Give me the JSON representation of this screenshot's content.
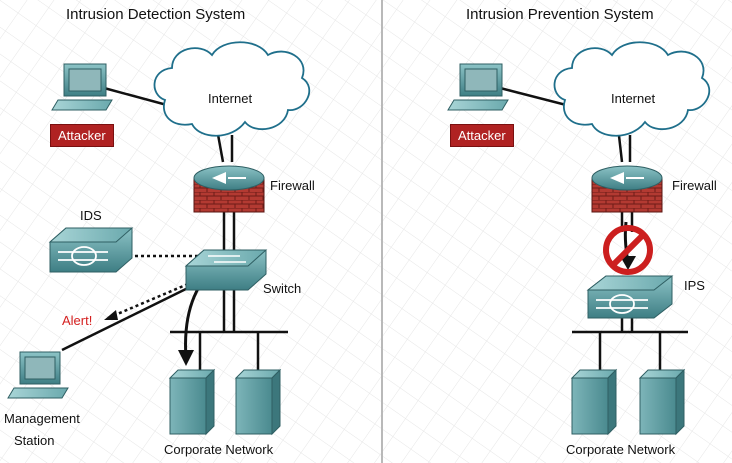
{
  "ids": {
    "title": "Intrusion Detection System",
    "cloud_label": "Internet",
    "attacker_label": "Attacker",
    "firewall_label": "Firewall",
    "ids_label": "IDS",
    "switch_label": "Switch",
    "alert_label": "Alert!",
    "mgmt_label_line1": "Management",
    "mgmt_label_line2": "Station",
    "corporate_label": "Corporate Network"
  },
  "ips": {
    "title": "Intrusion Prevention System",
    "cloud_label": "Internet",
    "attacker_label": "Attacker",
    "firewall_label": "Firewall",
    "ips_label": "IPS",
    "corporate_label": "Corporate Network"
  },
  "colors": {
    "attacker_badge": "#b02222",
    "alert_text": "#d42020",
    "device_teal": "#5f9ea3",
    "firewall_brick": "#a8332d",
    "block_sign": "#cc1f1f"
  }
}
